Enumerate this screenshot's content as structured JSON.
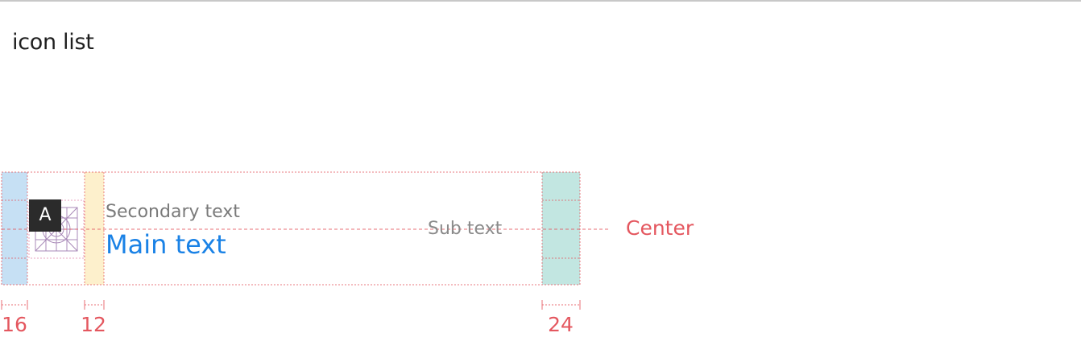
{
  "page": {
    "title": "icon list"
  },
  "list_item": {
    "avatar_letter": "A",
    "secondary_text": "Secondary text",
    "main_text": "Main text",
    "sub_text": "Sub text"
  },
  "annotations": {
    "center_label": "Center",
    "left_padding": "16",
    "icon_gap": "12",
    "right_padding": "24"
  },
  "colors": {
    "padding_fill": "#c6e0f4",
    "gap_fill": "#fdf0cc",
    "right_fill": "#c2e6e1",
    "guide_line": "#e4575f",
    "main_text": "#1a82e6",
    "icon_stroke": "#a98ab8"
  },
  "icons": {
    "keyline_placeholder": "keyline-grid-icon"
  }
}
